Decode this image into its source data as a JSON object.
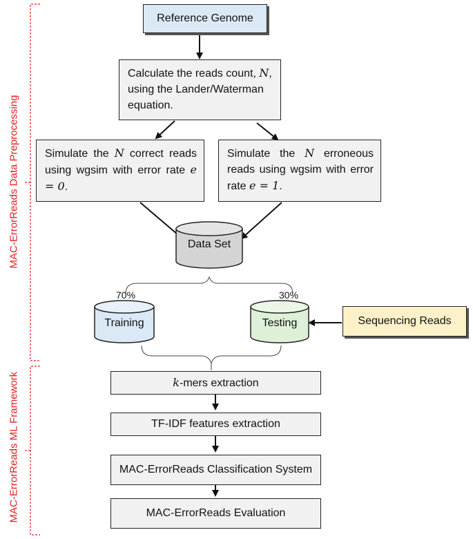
{
  "sections": {
    "preprocessing": "MAC-ErrorReads Data Preprocessing",
    "framework": "MAC-ErrorReads ML Framework"
  },
  "nodes": {
    "reference_genome": "Reference Genome",
    "calculate": {
      "line1_pre": "Calculate the reads count, ",
      "var_n": "N",
      "line1_post": ",",
      "line2": "using the Lander/Waterman",
      "line3": "equation."
    },
    "simulate_correct": {
      "pre": "Simulate the ",
      "var_n": "N",
      "post": " correct reads using wgsim with error rate ",
      "eq": "e = 0",
      "end": "."
    },
    "simulate_erroneous": {
      "pre": "Simulate the ",
      "var_n": "N",
      "post": " erroneous reads using wgsim with error rate ",
      "eq": "e = 1",
      "end": "."
    },
    "data_set": "Data Set",
    "training": "Training",
    "testing": "Testing",
    "training_pct": "70%",
    "testing_pct": "30%",
    "sequencing_reads": "Sequencing Reads",
    "kmers": {
      "var_k": "k",
      "text": "-mers extraction"
    },
    "tfidf": "TF-IDF features extraction",
    "classification": "MAC-ErrorReads Classification System",
    "evaluation": "MAC-ErrorReads Evaluation"
  },
  "colors": {
    "section_bracket": "#e02020",
    "box_fill": "#f1f1f1",
    "blue_fill": "#dbe8f5",
    "yellow_fill": "#fdf1c9",
    "training_fill": "#dbe8f5",
    "testing_fill": "#dff0d8",
    "dataset_fill": "#d4d4d4"
  }
}
